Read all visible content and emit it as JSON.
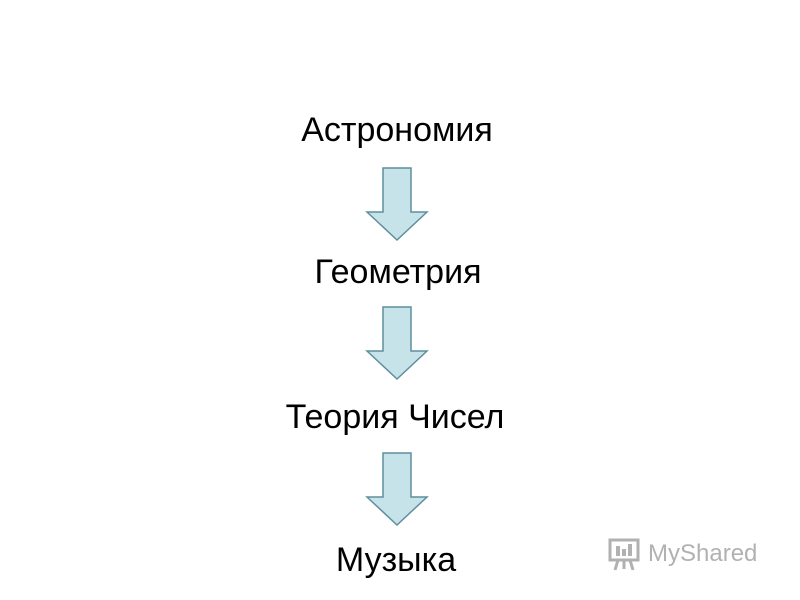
{
  "diagram": {
    "nodes": [
      {
        "label": "Астрономия"
      },
      {
        "label": "Геометрия"
      },
      {
        "label": "Теория Чисел"
      },
      {
        "label": "Музыка"
      }
    ],
    "edges": [
      {
        "from": 0,
        "to": 1
      },
      {
        "from": 1,
        "to": 2
      },
      {
        "from": 2,
        "to": 3
      }
    ],
    "arrow_style": {
      "fill": "#c7e3ea",
      "stroke": "#5f8f9c"
    }
  },
  "watermark": {
    "text": "MyShared",
    "icon": "presentation-board-icon"
  }
}
